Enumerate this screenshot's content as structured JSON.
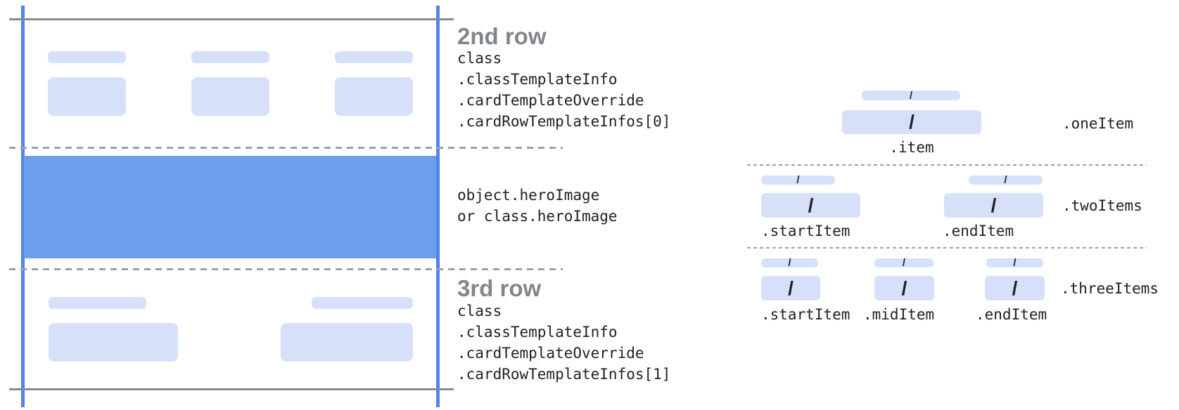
{
  "annotations": {
    "second_row": {
      "title": "2nd row",
      "lines": [
        "class",
        ".classTemplateInfo",
        ".cardTemplateOverride",
        ".cardRowTemplateInfos[0]"
      ]
    },
    "hero": {
      "lines": [
        "object.heroImage",
        "or class.heroImage"
      ]
    },
    "third_row": {
      "title": "3rd row",
      "lines": [
        "class",
        ".classTemplateInfo",
        ".cardTemplateOverride",
        ".cardRowTemplateInfos[1]"
      ]
    }
  },
  "right_diagram": {
    "slash_char": "/",
    "rows": [
      {
        "name": ".oneItem",
        "item_labels": [
          ".item"
        ]
      },
      {
        "name": ".twoItems",
        "item_labels": [
          ".startItem",
          ".endItem"
        ]
      },
      {
        "name": ".threeItems",
        "item_labels": [
          ".startItem",
          ".midItem",
          ".endItem"
        ]
      }
    ]
  },
  "colors": {
    "placeholder_bar": "#D6E1F9",
    "hero_band": "#6D9EEB",
    "edge_line_blue": "#5185EC",
    "structure_line_gray": "#888C8F",
    "dashed_line_gray": "#9AA0A6",
    "title_gray": "#80868B",
    "code_text": "#202124"
  }
}
